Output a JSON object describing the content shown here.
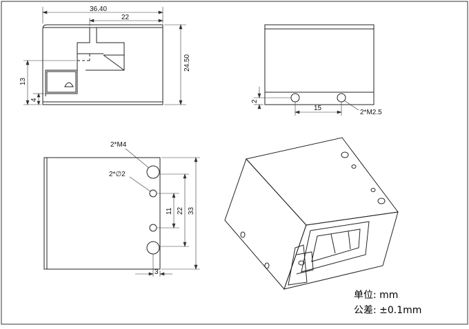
{
  "views": {
    "front": {
      "dims": {
        "overall_width": "36.40",
        "step_width": "22",
        "height": "24.50",
        "slot_height": "13",
        "base_height": "4"
      }
    },
    "top": {
      "dims": {
        "hole_offset": "2",
        "hole_spacing": "15"
      },
      "callout": "2*M2.5"
    },
    "side": {
      "dims": {
        "inner_spacing": "11",
        "outer_spacing": "22",
        "overall_height": "33",
        "edge_offset": "3"
      },
      "callouts": {
        "threaded": "2*M4",
        "pins": "2*∅2"
      }
    }
  },
  "notes": {
    "unit": "单位: mm",
    "tolerance": "公差: ±0.1mm"
  }
}
